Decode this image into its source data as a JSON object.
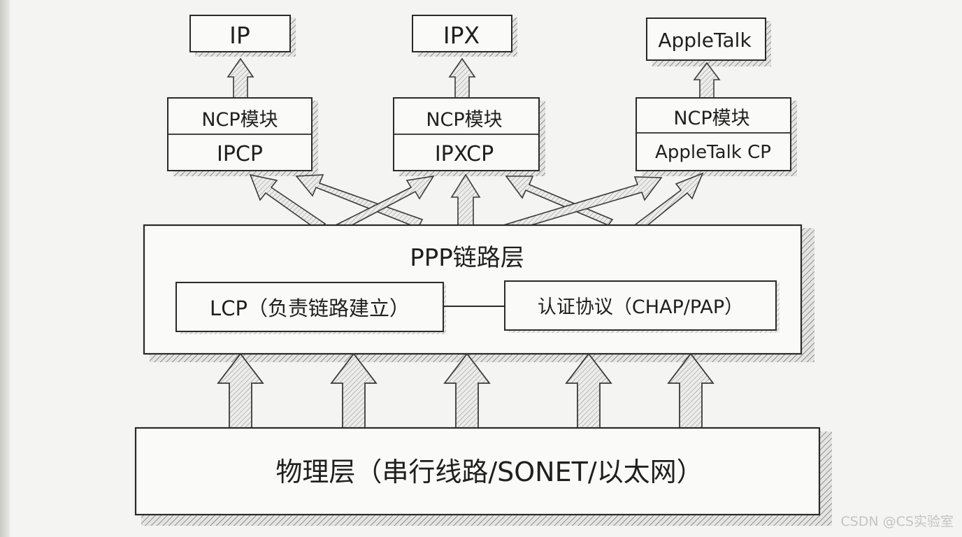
{
  "protocols": {
    "ip": "IP",
    "ipx": "IPX",
    "appletalk": "AppleTalk"
  },
  "ncp": {
    "module_label": "NCP模块",
    "ipcp": "IPCP",
    "ipxcp": "IPXCP",
    "appletalk_cp": "AppleTalk CP"
  },
  "ppp": {
    "title": "PPP链路层",
    "lcp": "LCP（负责链路建立）",
    "auth": "认证协议（CHAP/PAP）"
  },
  "physical": {
    "title": "物理层（串行线路/SONET/以太网）"
  },
  "watermark": "CSDN @CS实验室"
}
